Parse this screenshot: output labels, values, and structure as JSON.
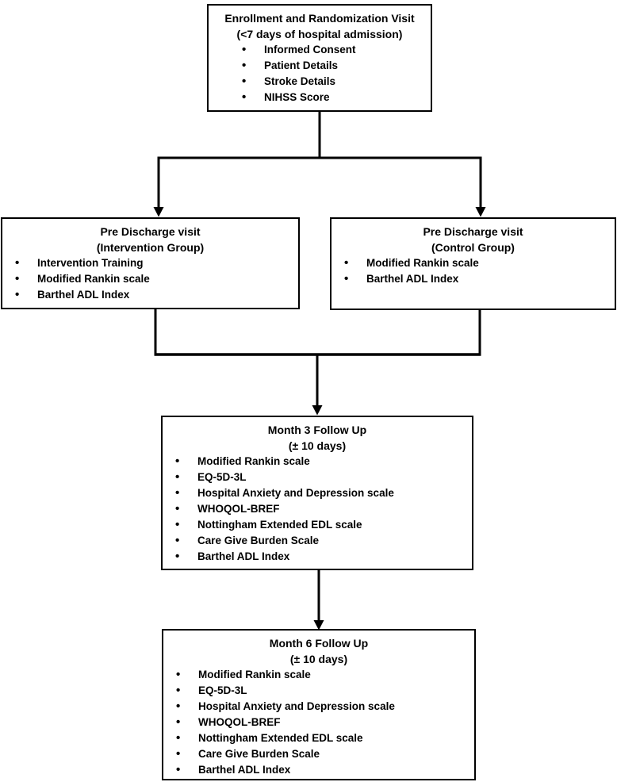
{
  "colors": {
    "background": "#ffffff",
    "box_border": "#000000",
    "connector": "#000000",
    "text": "#000000"
  },
  "flowchart": {
    "enrollment": {
      "title": "Enrollment and Randomization Visit",
      "subtitle": "(<7 days of hospital admission)",
      "items": [
        "Informed Consent",
        "Patient Details",
        "Stroke Details",
        "NIHSS Score"
      ]
    },
    "intervention": {
      "title": "Pre Discharge visit",
      "subtitle": "(Intervention Group)",
      "items": [
        "Intervention Training",
        "Modified Rankin scale",
        "Barthel ADL Index"
      ]
    },
    "control": {
      "title": "Pre Discharge visit",
      "subtitle": "(Control Group)",
      "items": [
        "Modified Rankin scale",
        "Barthel ADL Index"
      ]
    },
    "month3": {
      "title": "Month 3 Follow Up",
      "subtitle": "(± 10 days)",
      "items": [
        "Modified Rankin scale",
        "EQ-5D-3L",
        "Hospital Anxiety and Depression scale",
        "WHOQOL-BREF",
        "Nottingham Extended EDL scale",
        "Care Give Burden Scale",
        "Barthel ADL Index"
      ]
    },
    "month6": {
      "title": "Month 6 Follow Up",
      "subtitle": "(± 10 days)",
      "items": [
        "Modified Rankin scale",
        "EQ-5D-3L",
        "Hospital Anxiety and Depression scale",
        "WHOQOL-BREF",
        "Nottingham Extended EDL scale",
        "Care Give Burden Scale",
        "Barthel ADL Index"
      ]
    }
  }
}
